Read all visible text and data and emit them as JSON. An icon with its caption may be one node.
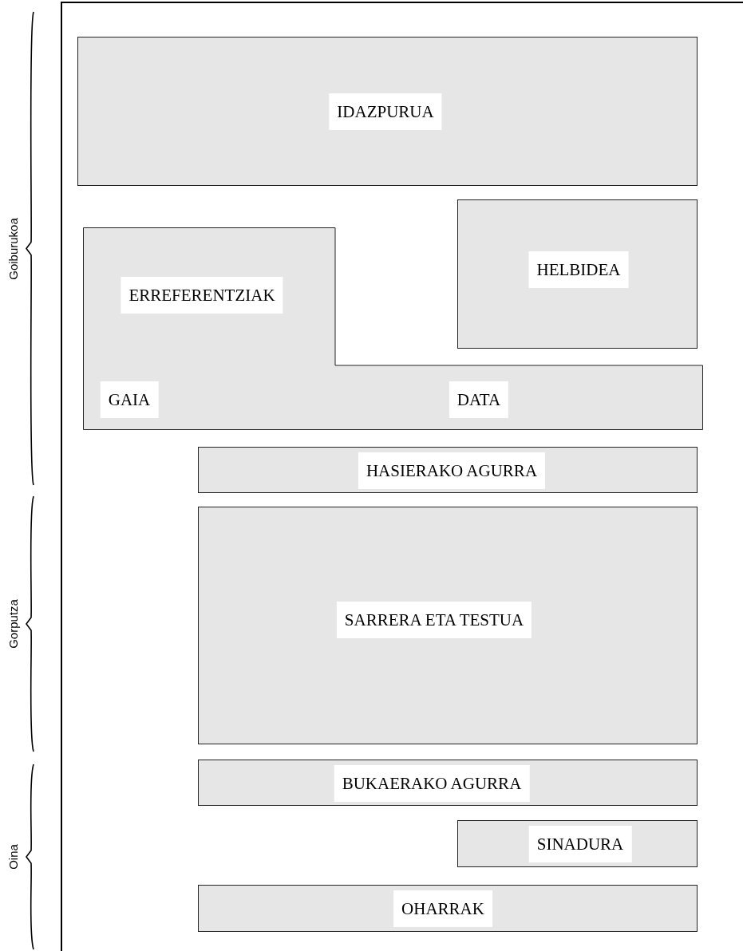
{
  "diagram": {
    "nodes": [
      {
        "text": [],
        "shape": "box"
      },
      {
        "text": [
          "IDAZPURUA"
        ],
        "in": 0
      },
      {
        "text": [
          "ERREFERENTZIAK",
          "GAIA",
          "DATA"
        ],
        "in": 0
      },
      {
        "text": [
          "HELBIDEA"
        ],
        "in": 0
      },
      {
        "text": [
          "HASIERAKO AGURRA"
        ],
        "in": 0
      },
      {
        "text": [
          "SARRERA ETA TESTUA"
        ],
        "in": 0
      },
      {
        "text": [
          "BUKAERAKO AGURRA"
        ],
        "in": 0
      },
      {
        "text": [
          "SINADURA"
        ],
        "in": 0
      },
      {
        "text": [
          "OHARRAK"
        ],
        "in": 0
      }
    ],
    "labels": [
      "Goiburukoa",
      "Gorputza",
      "Oina"
    ]
  }
}
